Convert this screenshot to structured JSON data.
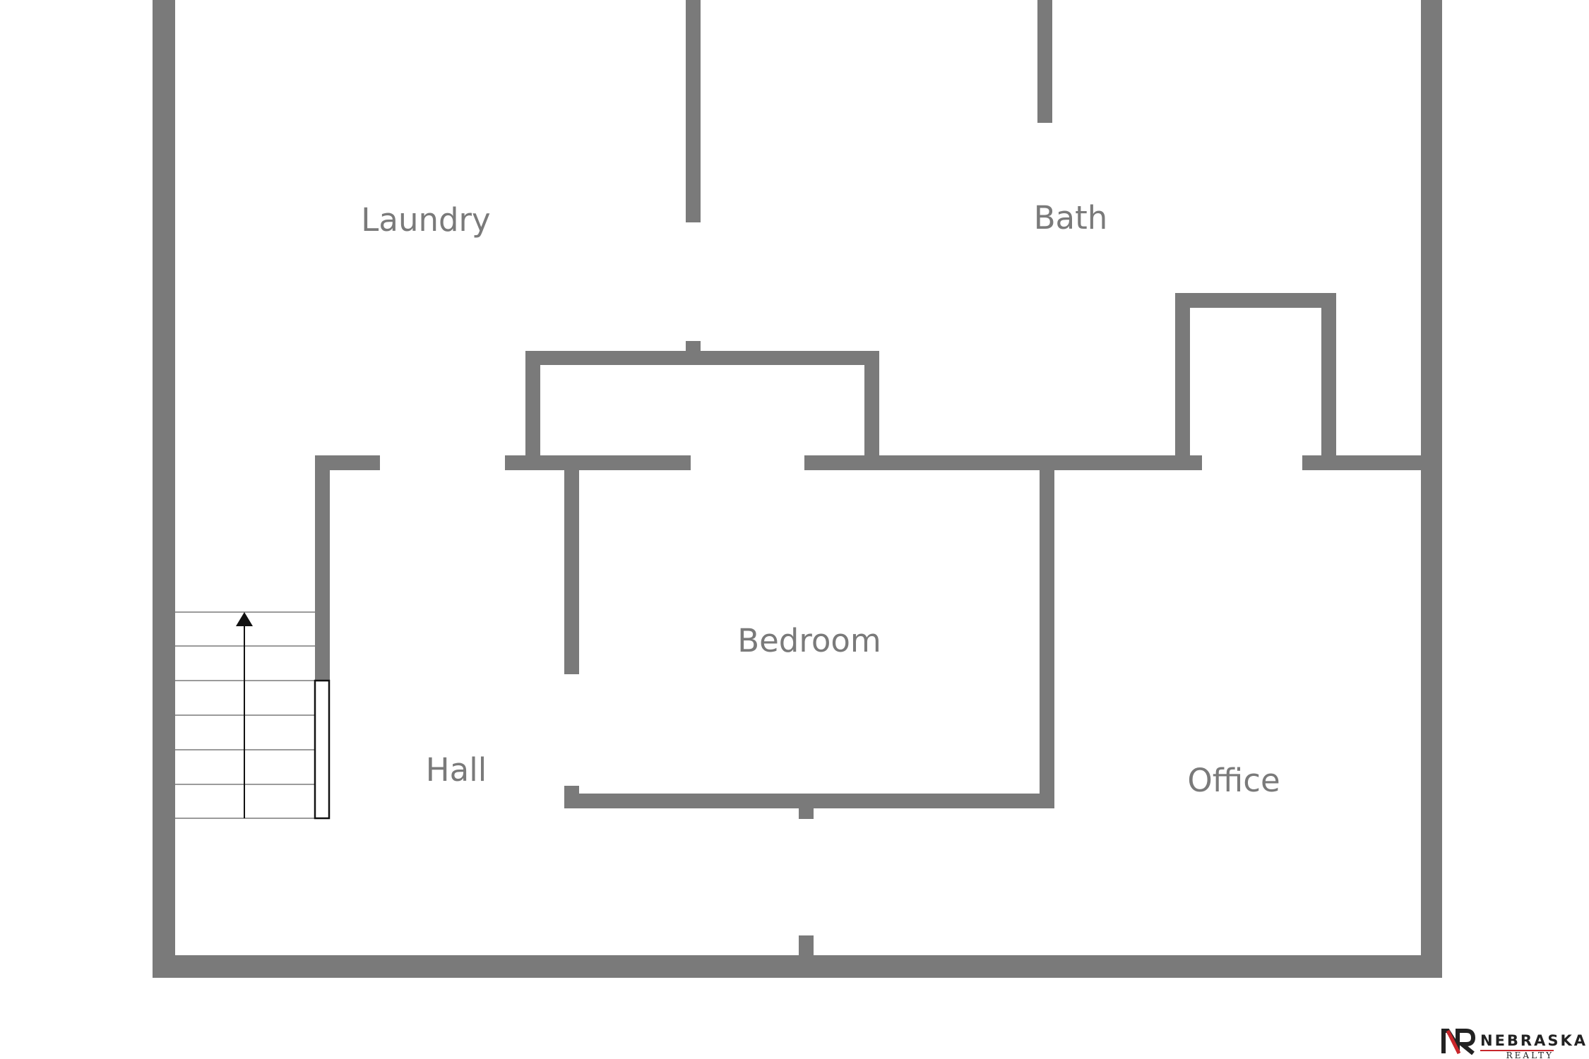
{
  "floor_plan": {
    "rooms": [
      {
        "key": "laundry",
        "label": "Laundry"
      },
      {
        "key": "bath",
        "label": "Bath"
      },
      {
        "key": "bedroom",
        "label": "Bedroom"
      },
      {
        "key": "hall",
        "label": "Hall"
      },
      {
        "key": "office",
        "label": "Office"
      }
    ],
    "stairs": {
      "direction": "up",
      "steps": 6
    },
    "colors": {
      "wall": "#7a7a7a",
      "label": "#7a7a7a",
      "background": "#ffffff"
    }
  },
  "branding": {
    "logo_monogram": "NR",
    "name": "NEBRASKA",
    "subtitle": "REALTY",
    "colors": {
      "dark": "#222222",
      "accent": "#c8262b"
    }
  }
}
